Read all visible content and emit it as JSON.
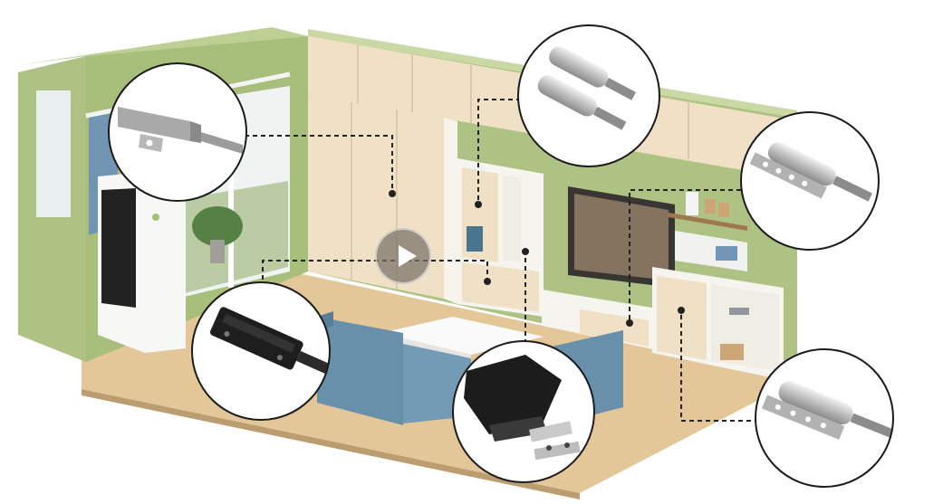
{
  "scene": {
    "subject": "isometric-room-cutaway",
    "colors": {
      "wall_green": "#a9c07c",
      "wall_green_dark": "#8fa866",
      "cabinet_cream": "#eedfc3",
      "cabinet_white": "#f6f4ef",
      "floor_wood": "#e2c493",
      "sofa_blue": "#5f8aa6",
      "callout_line": "#222222"
    },
    "hotspots": [
      {
        "name": "bolt-catch-grey"
      },
      {
        "name": "double-silver-push-dampers"
      },
      {
        "name": "silver-damper-with-plate-top"
      },
      {
        "name": "black-latch-with-screws"
      },
      {
        "name": "black-magnetic-catch"
      },
      {
        "name": "silver-damper-with-plate-bottom"
      }
    ]
  },
  "video": {
    "play_icon": "play-icon"
  }
}
